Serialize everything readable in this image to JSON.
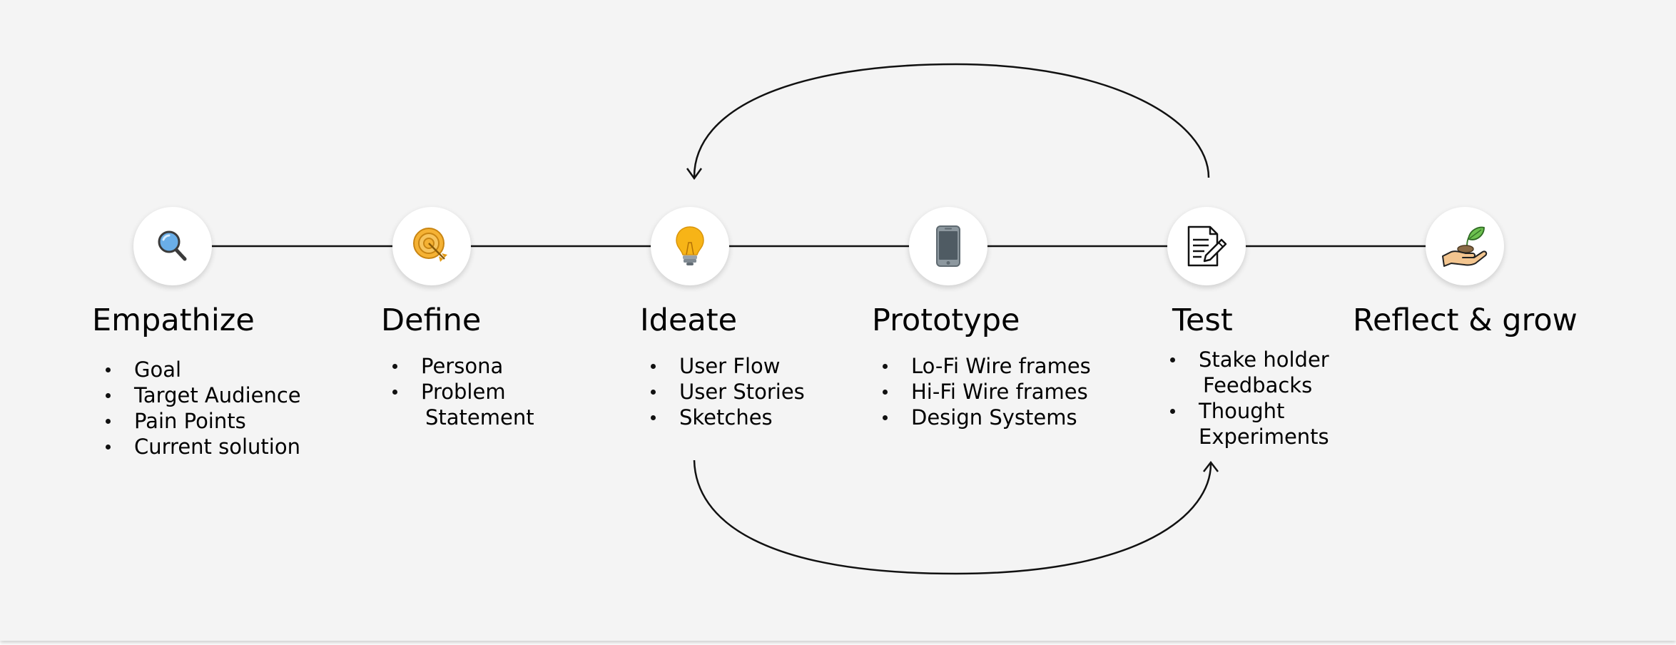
{
  "stages": [
    {
      "title": "Empathize",
      "icon": "magnifier-icon",
      "items": [
        "Goal",
        "Target Audience",
        "Pain Points",
        "Current solution"
      ]
    },
    {
      "title": "Define",
      "icon": "target-icon",
      "items": [
        "Persona",
        "Problem",
        "Statement"
      ]
    },
    {
      "title": "Ideate",
      "icon": "lightbulb-icon",
      "items": [
        "User Flow",
        "User Stories",
        "Sketches"
      ]
    },
    {
      "title": "Prototype",
      "icon": "smartphone-icon",
      "items": [
        "Lo-Fi Wire frames",
        "Hi-Fi Wire frames",
        "Design Systems"
      ]
    },
    {
      "title": "Test",
      "icon": "document-edit-icon",
      "items": [
        "Stake holder",
        "Feedbacks",
        "Thought",
        "Experiments"
      ]
    },
    {
      "title": "Reflect & grow",
      "icon": "sprout-in-hand-icon",
      "items": []
    }
  ],
  "connectors": [
    {
      "from": "Test",
      "to": "Ideate",
      "direction": "back",
      "position": "top"
    },
    {
      "from": "Ideate",
      "to": "Test",
      "direction": "forward",
      "position": "bottom"
    }
  ],
  "colors": {
    "background": "#f4f4f4",
    "node_fill": "#ffffff",
    "line": "#111111",
    "magnifier": "#4a90d9",
    "target": "#f2a81d",
    "bulb": "#f7b417",
    "phone": "#7d8a93",
    "leaf": "#5bb04a",
    "hand": "#f3c58f"
  }
}
